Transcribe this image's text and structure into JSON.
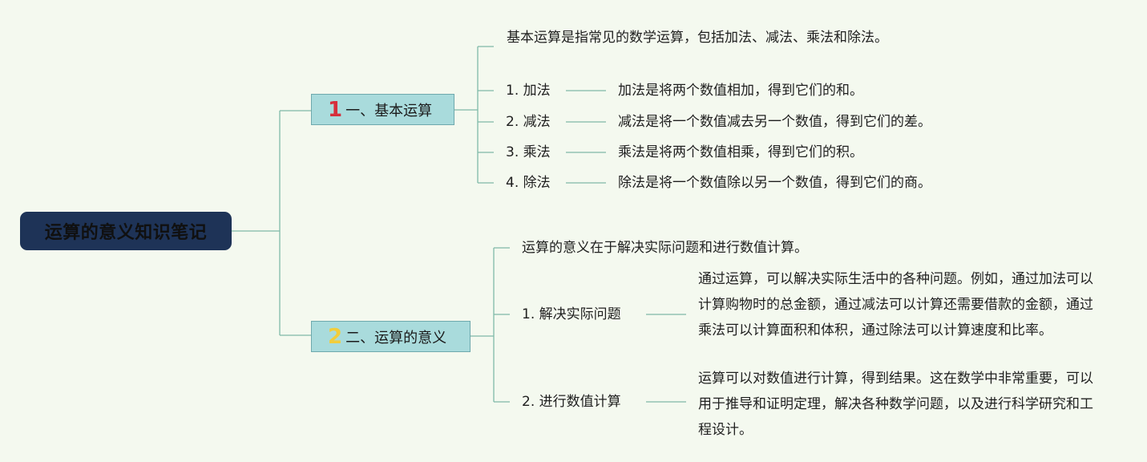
{
  "root": {
    "title": "运算的意义知识笔记"
  },
  "branch1": {
    "number": "1",
    "title": "一、基本运算",
    "intro": "基本运算是指常见的数学运算，包括加法、减法、乘法和除法。",
    "items": [
      {
        "label": "1. 加法",
        "desc": "加法是将两个数值相加，得到它们的和。"
      },
      {
        "label": "2. 减法",
        "desc": "减法是将一个数值减去另一个数值，得到它们的差。"
      },
      {
        "label": "3. 乘法",
        "desc": "乘法是将两个数值相乘，得到它们的积。"
      },
      {
        "label": "4. 除法",
        "desc": "除法是将一个数值除以另一个数值，得到它们的商。"
      }
    ]
  },
  "branch2": {
    "number": "2",
    "title": "二、运算的意义",
    "intro": "运算的意义在于解决实际问题和进行数值计算。",
    "items": [
      {
        "label": "1. 解决实际问题",
        "desc": "通过运算，可以解决实际生活中的各种问题。例如，通过加法可以计算购物时的总金额，通过减法可以计算还需要借款的金额，通过乘法可以计算面积和体积，通过除法可以计算速度和比率。"
      },
      {
        "label": "2. 进行数值计算",
        "desc": "运算可以对数值进行计算，得到结果。这在数学中非常重要，可以用于推导和证明定理，解决各种数学问题，以及进行科学研究和工程设计。"
      }
    ]
  },
  "colors": {
    "background": "#f4f9ef",
    "root_fill": "#1e3357",
    "branch_fill": "#a9dbdc",
    "connector": "#7fb9a8",
    "num1": "#d62f3c",
    "num2": "#f2cd3b"
  }
}
